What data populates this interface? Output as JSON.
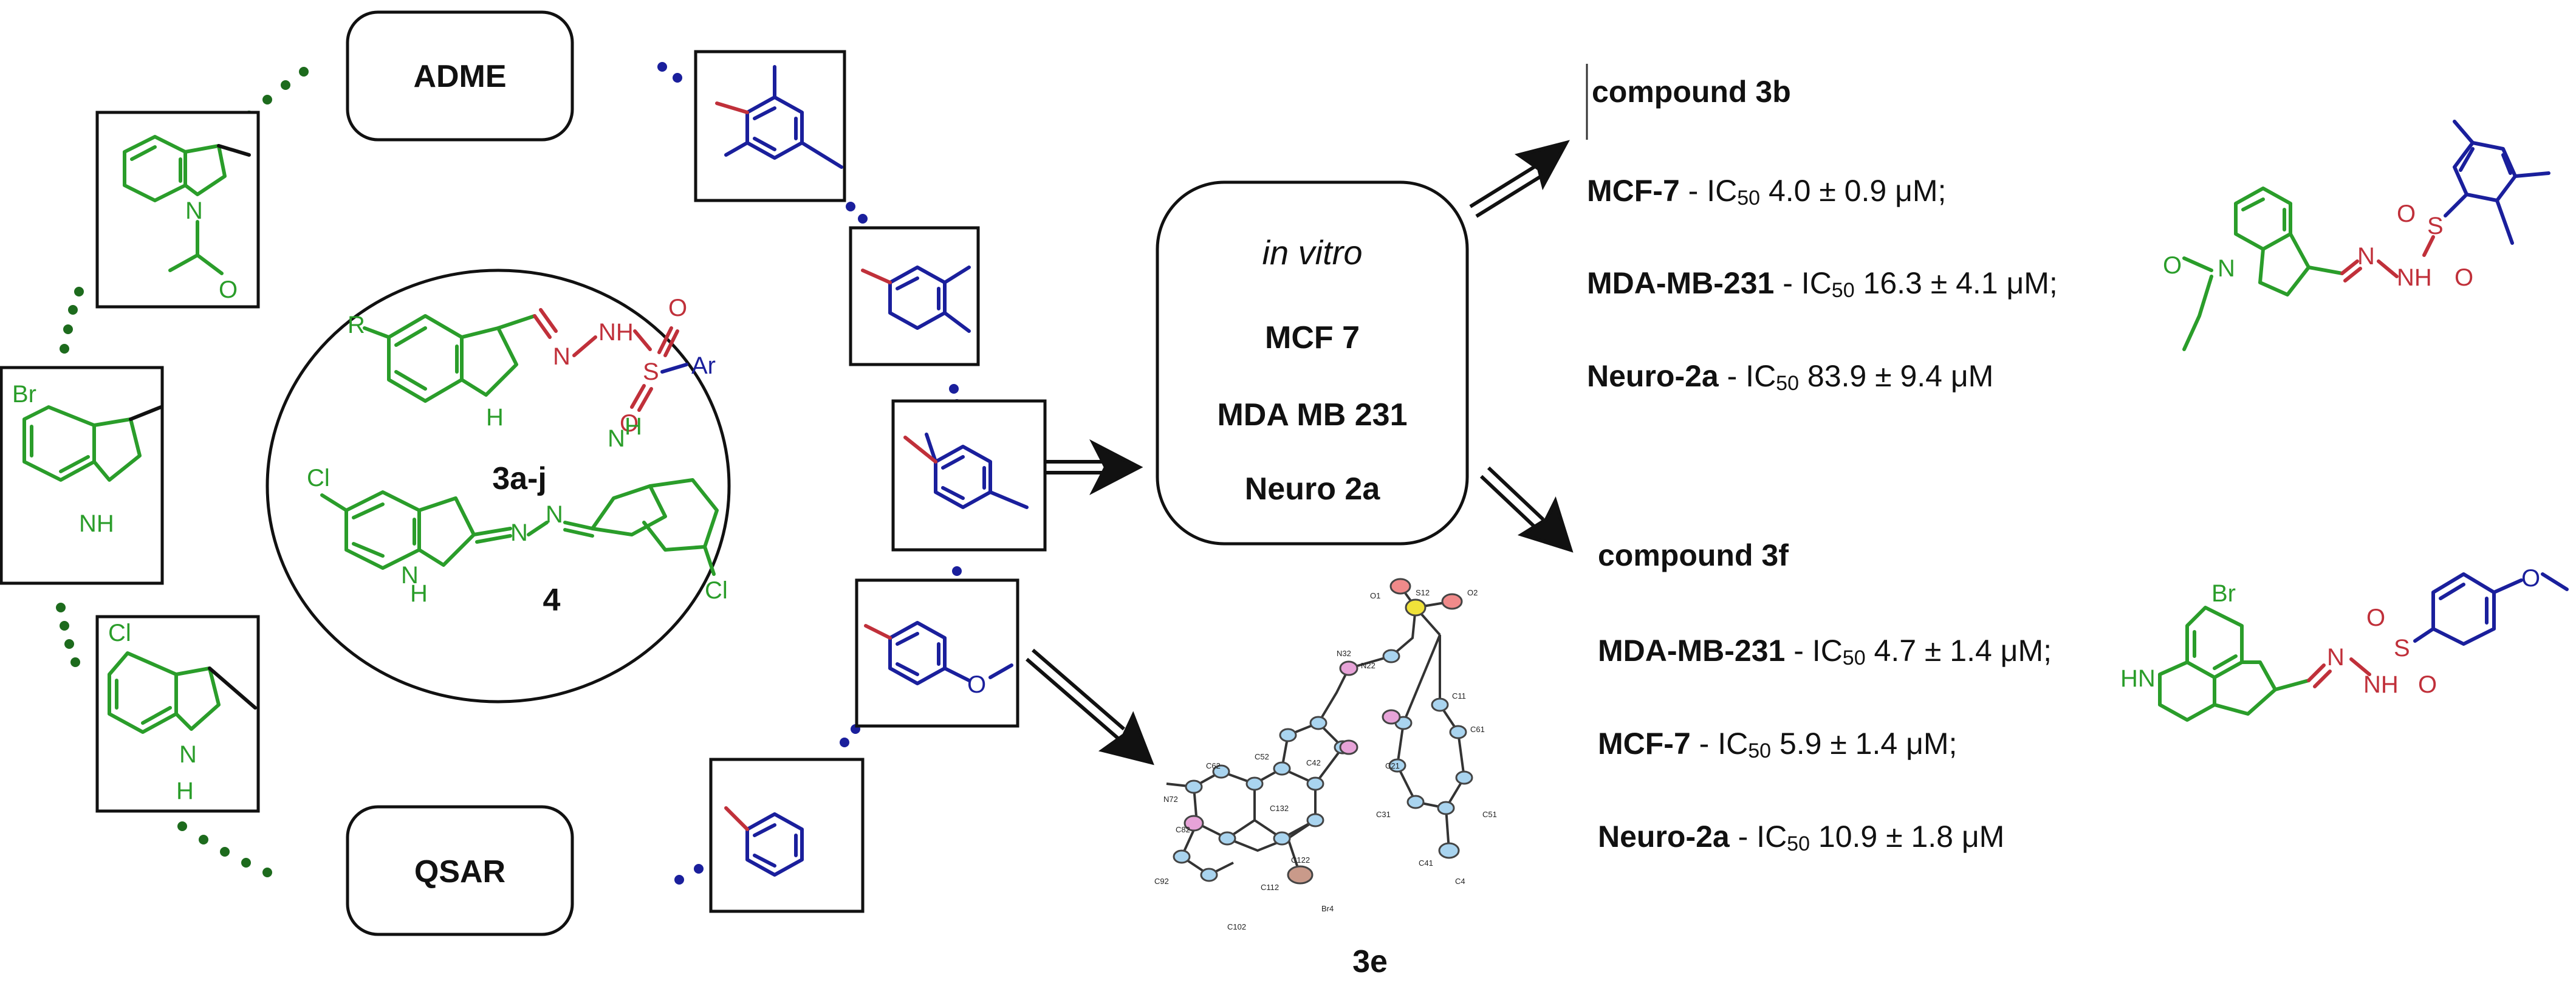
{
  "center_labels": {
    "series": "3a-j",
    "bis": "4"
  },
  "method_labels": {
    "adme": "ADME",
    "qsar": "QSAR"
  },
  "assay": {
    "mode": "in vitro",
    "lines": [
      "MCF 7",
      "MDA MB 231",
      "Neuro 2a"
    ]
  },
  "crystal_label": "3e",
  "atom_labels": {
    "R": "R",
    "H": "H",
    "N": "N",
    "NH": "NH",
    "HN": "HN",
    "S": "S",
    "O": "O",
    "Ar": "Ar",
    "Br": "Br",
    "Cl": "Cl"
  },
  "ortep_labels": [
    "O1",
    "S12",
    "O2",
    "N32",
    "N22",
    "C42",
    "C52",
    "C62",
    "N72",
    "C82",
    "C92",
    "C102",
    "C112",
    "C122",
    "C132",
    "C21",
    "C11",
    "C61",
    "C31",
    "C51",
    "C41",
    "C4",
    "Br4"
  ],
  "compound_3b": {
    "title": "compound 3b",
    "results": [
      {
        "cell": "MCF-7",
        "value": "4.0 ± 0.9 μM;"
      },
      {
        "cell": "MDA-MB-231",
        "value": "16.3 ± 4.1 μM;"
      },
      {
        "cell": "Neuro-2a",
        "value": "83.9 ± 9.4 μM"
      }
    ]
  },
  "compound_3f": {
    "title": "compound 3f",
    "results": [
      {
        "cell": "MDA-MB-231",
        "value": "4.7 ± 1.4 μM;"
      },
      {
        "cell": "MCF-7",
        "value": "5.9 ± 1.4 μM;"
      },
      {
        "cell": "Neuro-2a",
        "value": "10.9 ± 1.8 μM"
      }
    ]
  },
  "ic50_prefix": "IC",
  "ic50_sub": "50",
  "colors": {
    "green": "#2a9d2a",
    "blue": "#1a1f9c",
    "red": "#c0303a",
    "dot_green": "#1d6b1d",
    "dot_blue": "#1a1f9c"
  }
}
